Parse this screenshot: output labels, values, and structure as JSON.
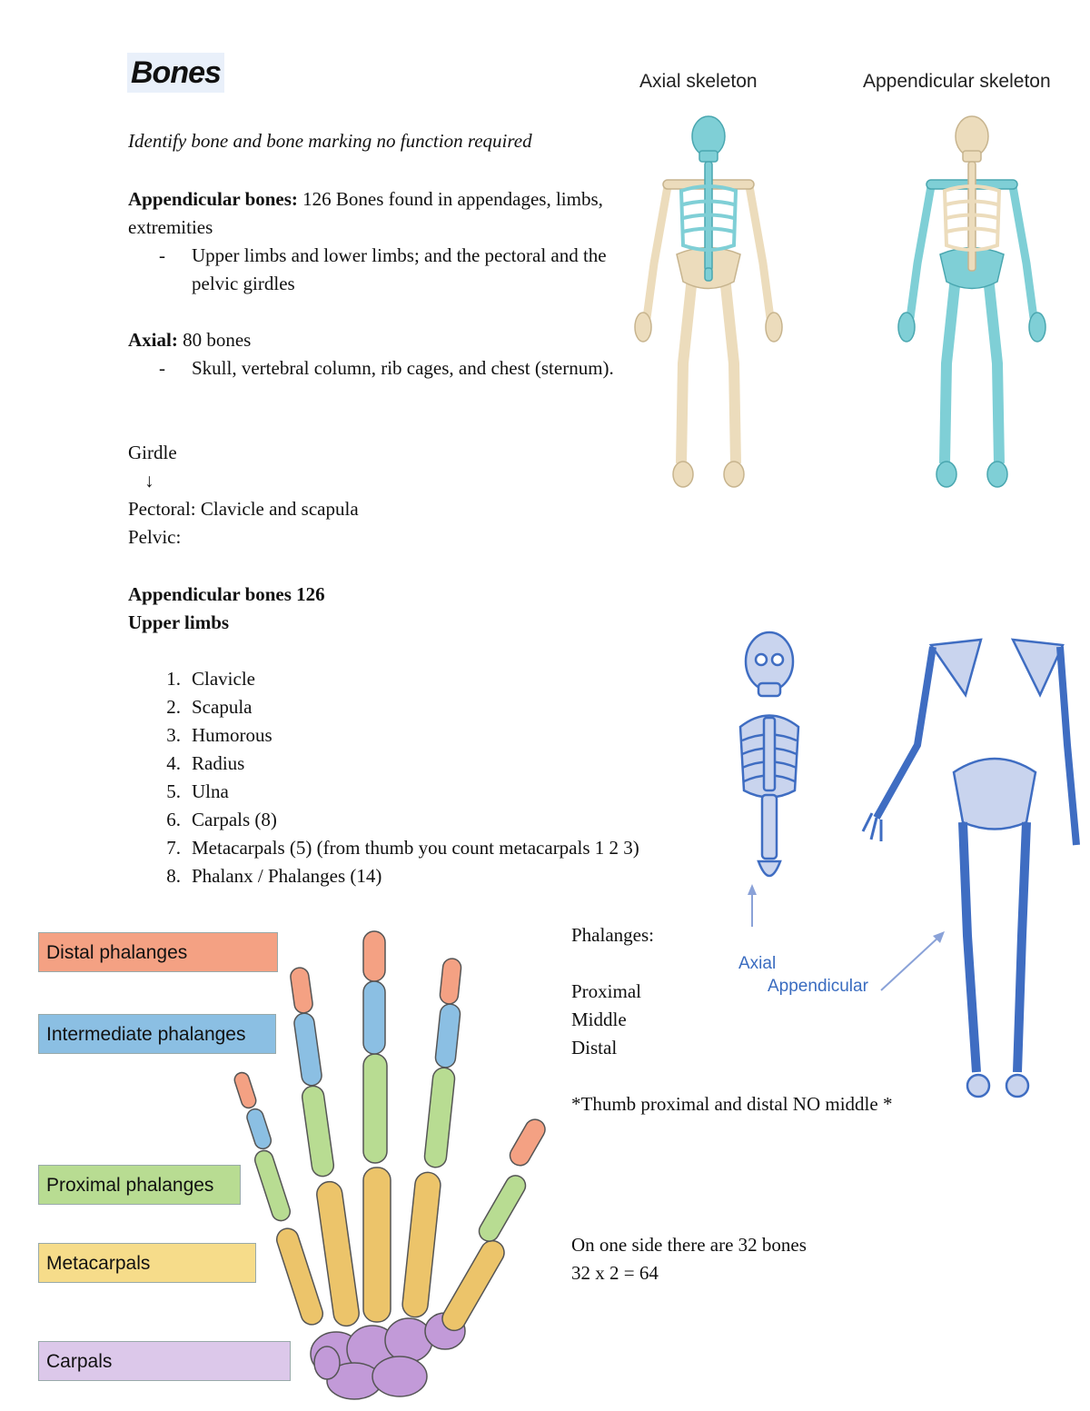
{
  "title": "Bones",
  "subtitle": "Identify bone and bone marking no function required",
  "appendicular": {
    "label": "Appendicular bones:",
    "text": " 126 Bones found in appendages, limbs, extremities",
    "bullet": "Upper limbs and lower limbs; and the pectoral and the pelvic girdles"
  },
  "axial": {
    "label": "Axial:",
    "text": " 80 bones",
    "bullet": "Skull, vertebral column, rib cages, and chest (sternum)."
  },
  "girdle": {
    "label": "Girdle",
    "arrow": "↓",
    "pectoral": "Pectoral: Clavicle and scapula",
    "pelvic": "Pelvic:"
  },
  "upper_limbs": {
    "heading1": "Appendicular bones 126",
    "heading2": "Upper limbs",
    "items": [
      {
        "n": "1.",
        "text": "Clavicle"
      },
      {
        "n": "2.",
        "text": "Scapula"
      },
      {
        "n": "3.",
        "text": "Humorous"
      },
      {
        "n": "4.",
        "text": "Radius"
      },
      {
        "n": "5.",
        "text": "Ulna"
      },
      {
        "n": "6.",
        "text": "Carpals (8)"
      },
      {
        "n": "7.",
        "text": "Metacarpals (5) (from thumb you count metacarpals 1 2 3)"
      },
      {
        "n": "8.",
        "text": "Phalanx / Phalanges (14)"
      }
    ]
  },
  "skeleton_labels": {
    "axial": "Axial skeleton",
    "appendicular": "Appendicular skeleton"
  },
  "diagram_labels": {
    "axial": "Axial",
    "appendicular": "Appendicular"
  },
  "hand_labels": {
    "distal": "Distal phalanges",
    "intermediate": "Intermediate phalanges",
    "proximal": "Proximal phalanges",
    "metacarpals": "Metacarpals",
    "carpals": "Carpals"
  },
  "phalanges_notes": {
    "heading": "Phalanges:",
    "proximal": "Proximal",
    "middle": "Middle",
    "distal": "Distal",
    "thumb": "*Thumb proximal and distal NO middle *"
  },
  "count_notes": {
    "line1": "On one side there are 32 bones",
    "line2": "32 x 2 = 64"
  },
  "colors": {
    "distal": "#f4a183",
    "intermediate": "#8bbfe3",
    "proximal": "#b8dc92",
    "metacarpals": "#ecc46a",
    "carpals": "#c29ad8",
    "axial_teal": "#7fcfd6",
    "bone_beige": "#ecdcbc",
    "diagram_blue": "#3f6dc2"
  }
}
